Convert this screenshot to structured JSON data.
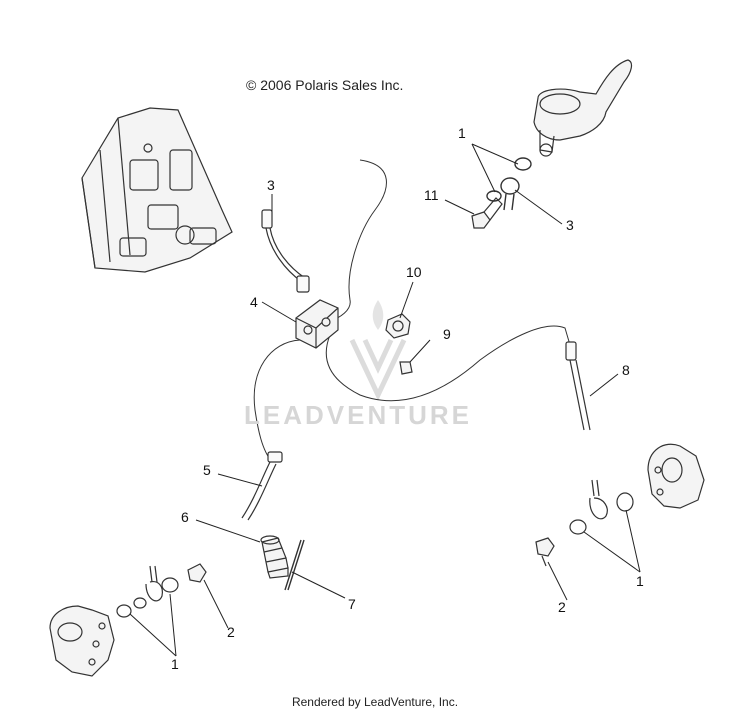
{
  "copyright": "© 2006 Polaris Sales Inc.",
  "footer": "Rendered by LeadVenture, Inc.",
  "watermark": "LEADVENTURE",
  "callouts": {
    "c1a": "1",
    "c11": "11",
    "c3a": "3",
    "c3b": "3",
    "c10": "10",
    "c4": "4",
    "c9": "9",
    "c8": "8",
    "c5": "5",
    "c6": "6",
    "c7": "7",
    "c2a": "2",
    "c1b": "1",
    "c2b": "2",
    "c1c": "1"
  }
}
